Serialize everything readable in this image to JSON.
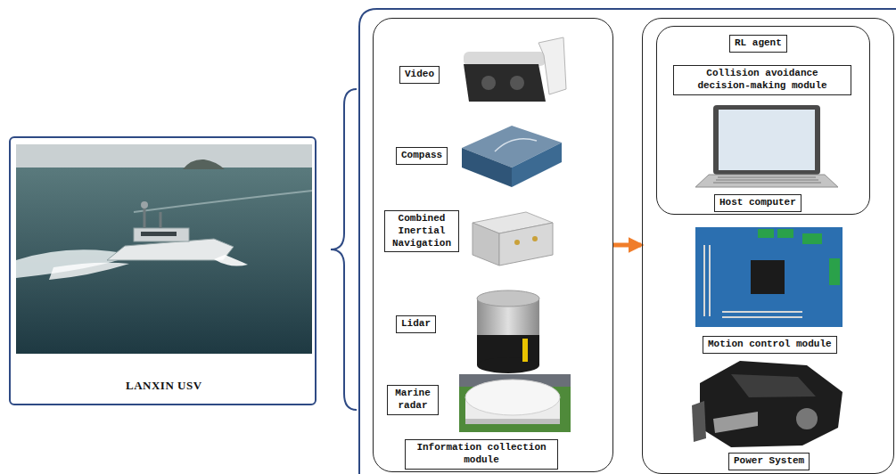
{
  "diagram": {
    "nodes": [
      {
        "text": [
          "LANXIN USV"
        ]
      },
      {
        "text": [
          "Video",
          "Compass",
          "Combined Inertial Navigation",
          "Lidar",
          "Marine radar",
          "Information collection module"
        ]
      },
      {
        "text": [
          "Motion control module",
          "Power System"
        ]
      },
      {
        "text": [
          "RL agent",
          "Collision avoidance decision-making module",
          "Host computer"
        ],
        "in": 2
      }
    ],
    "edges": [
      {
        "from": 1,
        "to": 2,
        "arrow": "to"
      }
    ]
  }
}
